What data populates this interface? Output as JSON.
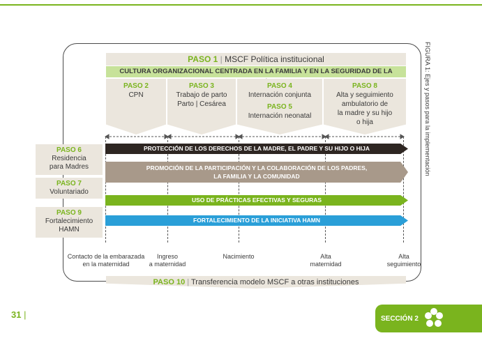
{
  "figure_label": "FIGURA 1: Ejes y pasos para la implementación",
  "paso1": {
    "label": "PASO 1",
    "sep": "|",
    "text": "MSCF Política institucional"
  },
  "cultura": "CULTURA ORGANIZACIONAL CENTRADA EN LA FAMILIA Y EN LA SEGURIDAD DE LA ATENCIÓN",
  "top_steps": [
    {
      "label": "PASO 2",
      "text": "CPN"
    },
    {
      "label": "PASO 3",
      "text1": "Trabajo de parto",
      "text2": "Parto | Cesárea"
    },
    {
      "label": "PASO 4",
      "text": "Internación conjunta",
      "label2": "PASO 5",
      "text2": "Internación neonatal"
    },
    {
      "label": "PASO 8",
      "text1": "Alta y seguimiento",
      "text2": "ambulatorio de",
      "text3": "la madre y su hijo",
      "text4": "o hija"
    }
  ],
  "left_steps": [
    {
      "label": "PASO 6",
      "text1": "Residencia",
      "text2": "para Madres"
    },
    {
      "label": "PASO 7",
      "text1": "Voluntariado"
    },
    {
      "label": "PASO 9",
      "text1": "Fortalecimiento",
      "text2": "HAMN"
    }
  ],
  "bars": [
    {
      "line1": "PROTECCIÓN DE LOS DERECHOS DE LA MADRE, EL PADRE Y SU HIJO O HIJA",
      "color": "#2e2622"
    },
    {
      "line1": "PROMOCIÓN DE LA PARTICIPACIÓN Y LA COLABORACIÓN DE LOS PADRES,",
      "line2": "LA FAMILIA Y LA COMUNIDAD",
      "color": "#a8998a"
    },
    {
      "line1": "USO DE PRÁCTICAS EFECTIVAS Y SEGURAS",
      "color": "#7ab41e"
    },
    {
      "line1": "FORTALECIMIENTO DE LA INICIATIVA HAMN",
      "color": "#2a9fd8"
    }
  ],
  "timeline": [
    {
      "l1": "Contacto de la embarazada",
      "l2": "en la maternidad"
    },
    {
      "l1": "Ingreso",
      "l2": "a maternidad"
    },
    {
      "l1": "Nacimiento",
      "l2": ""
    },
    {
      "l1": "Alta",
      "l2": "maternidad"
    },
    {
      "l1": "Alta",
      "l2": "seguimiento"
    }
  ],
  "paso10": {
    "label": "PASO 10",
    "sep": "|",
    "text": "Transferencia modelo MSCF a otras instituciones"
  },
  "page_number": "31",
  "page_sep": "|",
  "section": "SECCIÓN 2",
  "colors": {
    "green": "#7ab41e",
    "beige": "#ebe6dd",
    "light_green": "#c7e29a",
    "blue": "#2a9fd8",
    "dark": "#2e2622",
    "taupe": "#a8998a"
  }
}
